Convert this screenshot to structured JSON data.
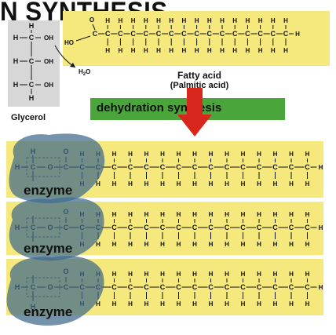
{
  "title": "N SYNTHESIS",
  "glycerol": {
    "label": "Glycerol",
    "atoms": {
      "H": "H",
      "C": "C",
      "OH": "OH"
    }
  },
  "fatty_acid": {
    "label": "Fatty acid",
    "sublabel": "(Palmitic acid)",
    "head": "HO",
    "carbon": "C",
    "hydrogen": "H",
    "oxygen": "O",
    "carbon_count": 16
  },
  "water": {
    "label": "H",
    "sub": "2",
    "suffix": "O"
  },
  "process": {
    "label": "dehydration synthesis"
  },
  "triglyceride": {
    "rows": [
      {
        "enzyme": "enzyme"
      },
      {
        "enzyme": "enzyme"
      },
      {
        "enzyme": "enzyme"
      }
    ]
  },
  "colors": {
    "fatty_acid_bg": "#f5e87c",
    "glycerol_bg": "#d7d7d7",
    "process_bar": "#4aa63b",
    "arrow": "#d9261c",
    "enzyme_fill": "#3f6a8a"
  }
}
